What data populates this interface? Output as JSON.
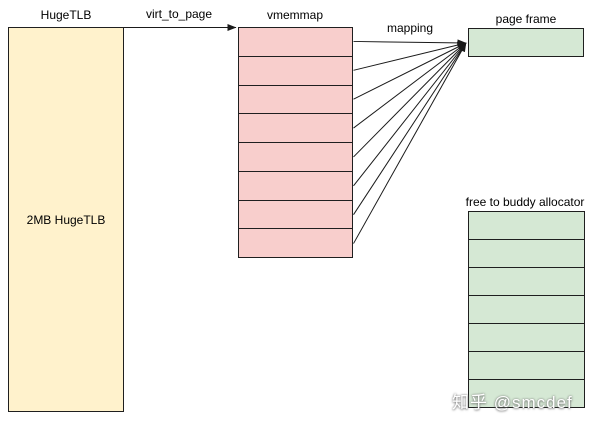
{
  "diagram": {
    "hugetlb": {
      "title": "HugeTLB",
      "box_label": "2MB HugeTLB",
      "fill": "#FFF2CC"
    },
    "virt_to_page_label": "virt_to_page",
    "vmemmap": {
      "title": "vmemmap",
      "rows": 8,
      "fill": "#F8CECC"
    },
    "mapping_label": "mapping",
    "page_frame": {
      "title": "page frame",
      "fill": "#D5E8D4"
    },
    "buddy": {
      "title": "free to buddy allocator",
      "rows": 7,
      "fill": "#D5E8D4"
    },
    "watermark": "知乎 @smcdef",
    "colors": {
      "border": "#1f1f1f",
      "arrow": "#1a1a1a",
      "background": "#ffffff"
    }
  }
}
